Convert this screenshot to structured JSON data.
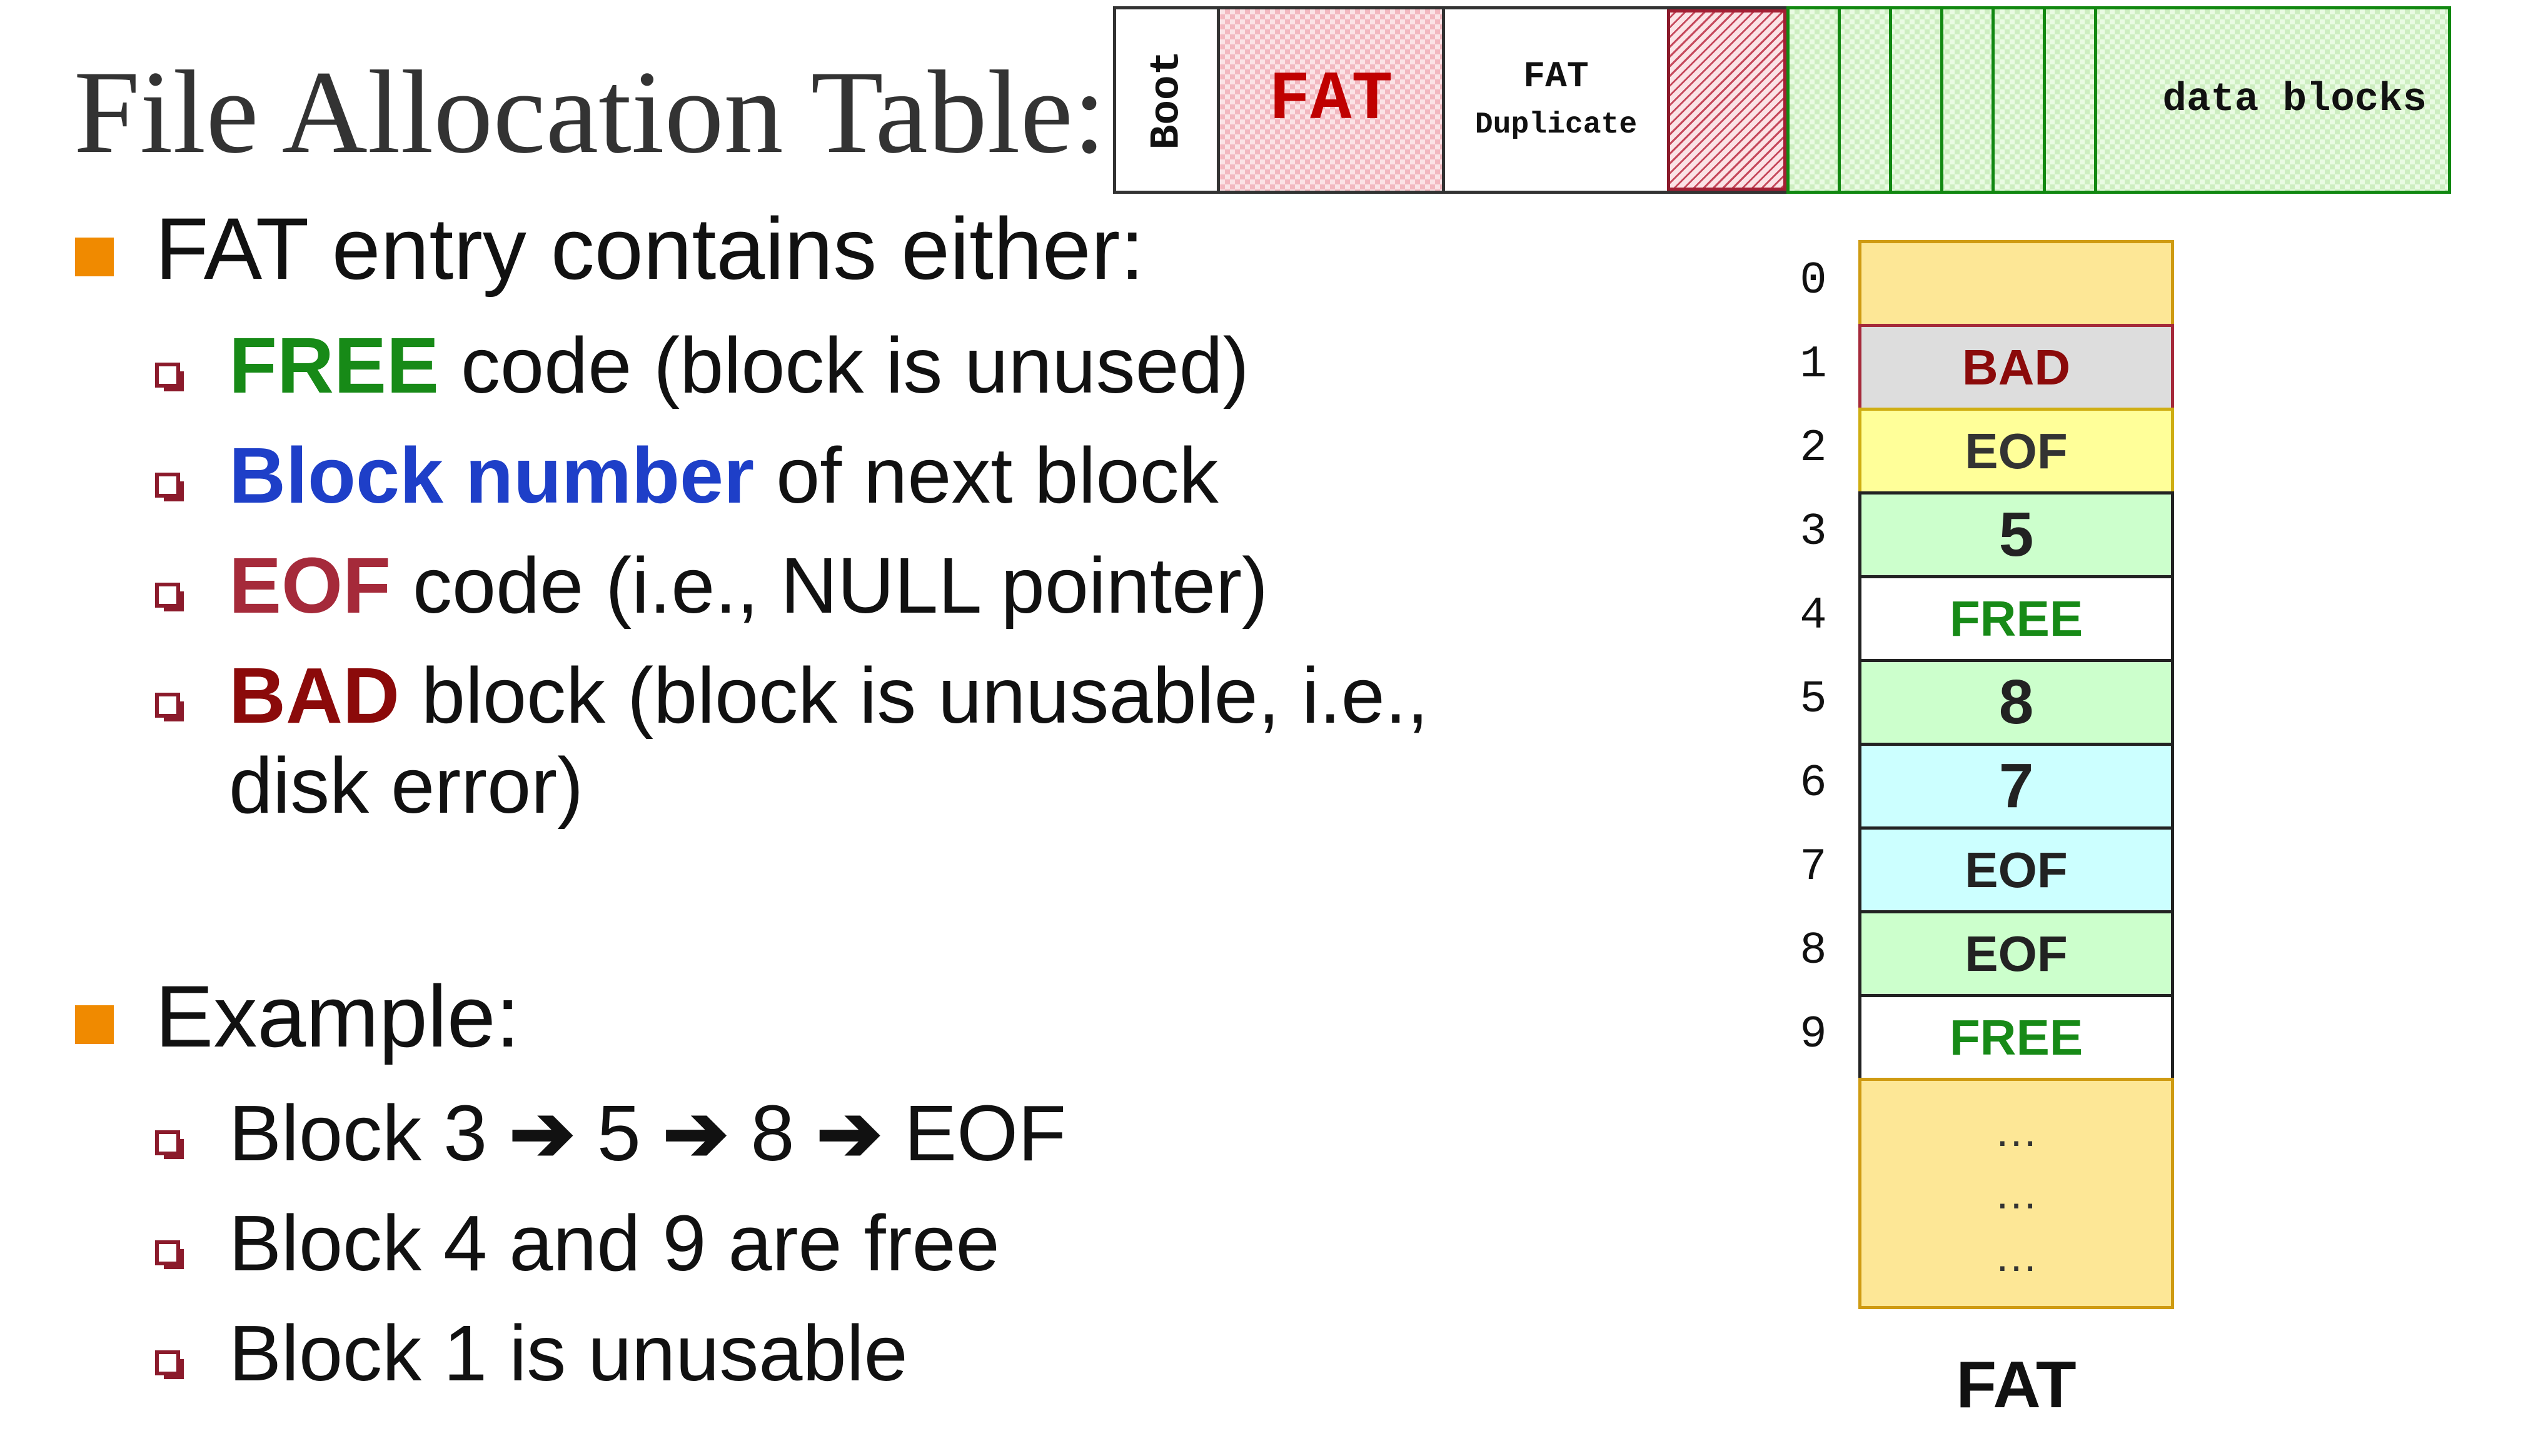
{
  "title": "File Allocation Table:",
  "disk_layout": {
    "boot": "Boot",
    "fat": "FAT",
    "fat_duplicate_line1": "FAT",
    "fat_duplicate_line2": "Duplicate",
    "data_blocks": "data blocks"
  },
  "bullet1": {
    "text": "FAT entry contains either:",
    "items": [
      {
        "keyword": "FREE",
        "rest": " code (block is unused)"
      },
      {
        "keyword": "Block number",
        "rest": " of next block"
      },
      {
        "keyword": "EOF",
        "rest": " code (i.e., NULL pointer)"
      },
      {
        "keyword": "BAD",
        "rest": " block (block is unusable, i.e.,",
        "line2": "disk error)"
      }
    ]
  },
  "bullet2": {
    "text": "Example:",
    "chain": {
      "prefix": "Block 3 ",
      "arrow": "➔",
      "a": " 5 ",
      "b": " 8 ",
      "end": " EOF"
    },
    "free_line": "Block 4 and 9 are free",
    "bad_line": "Block 1 is unusable"
  },
  "fat_table": {
    "caption": "FAT",
    "indices": [
      "0",
      "1",
      "2",
      "3",
      "4",
      "5",
      "6",
      "7",
      "8",
      "9"
    ],
    "entries": [
      "",
      "BAD",
      "EOF",
      "5",
      "FREE",
      "8",
      "7",
      "EOF",
      "EOF",
      "FREE"
    ],
    "dots": [
      "…",
      "…",
      "…"
    ]
  }
}
